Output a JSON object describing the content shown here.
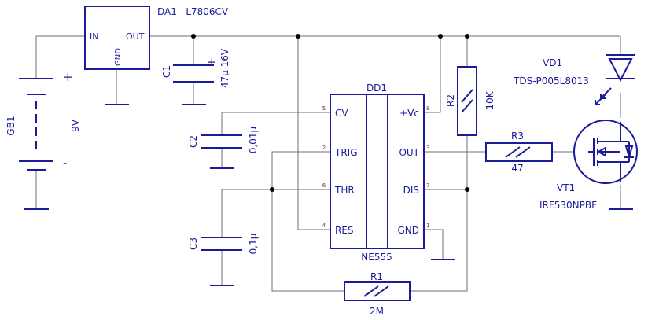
{
  "components": {
    "gb1": {
      "ref": "GB1",
      "value": "9V",
      "plus": "+",
      "minus": "-"
    },
    "da1": {
      "ref_value": "DA1   L7806CV",
      "pin_in": "IN",
      "pin_out": "OUT",
      "pin_gnd": "GND"
    },
    "c1": {
      "ref": "C1",
      "value": "47µ 16V",
      "plus": "+"
    },
    "c2": {
      "ref": "C2",
      "value": "0,01µ"
    },
    "c3": {
      "ref": "C3",
      "value": "0,1µ"
    },
    "dd1": {
      "ref": "DD1",
      "value": "NE555",
      "pins_left": [
        {
          "name": "CV",
          "num": "5"
        },
        {
          "name": "TRIG",
          "num": "2"
        },
        {
          "name": "THR",
          "num": "6"
        },
        {
          "name": "RES",
          "num": "4"
        }
      ],
      "pins_right": [
        {
          "name": "+Vc",
          "num": "8"
        },
        {
          "name": "OUT",
          "num": "3"
        },
        {
          "name": "DIS",
          "num": "7"
        },
        {
          "name": "GND",
          "num": "1"
        }
      ]
    },
    "r1": {
      "ref": "R1",
      "value": "2M"
    },
    "r2": {
      "ref": "R2",
      "value": "10K"
    },
    "r3": {
      "ref": "R3",
      "value": "47"
    },
    "vd1": {
      "ref": "VD1",
      "value": "TDS-P005L8013"
    },
    "vt1": {
      "ref": "VT1",
      "value": "IRF530NPBF"
    }
  },
  "colors": {
    "component": "#1a1a9a",
    "wire": "#6f6f6f",
    "junction": "#000000",
    "pin_number": "#8a2a2a"
  }
}
